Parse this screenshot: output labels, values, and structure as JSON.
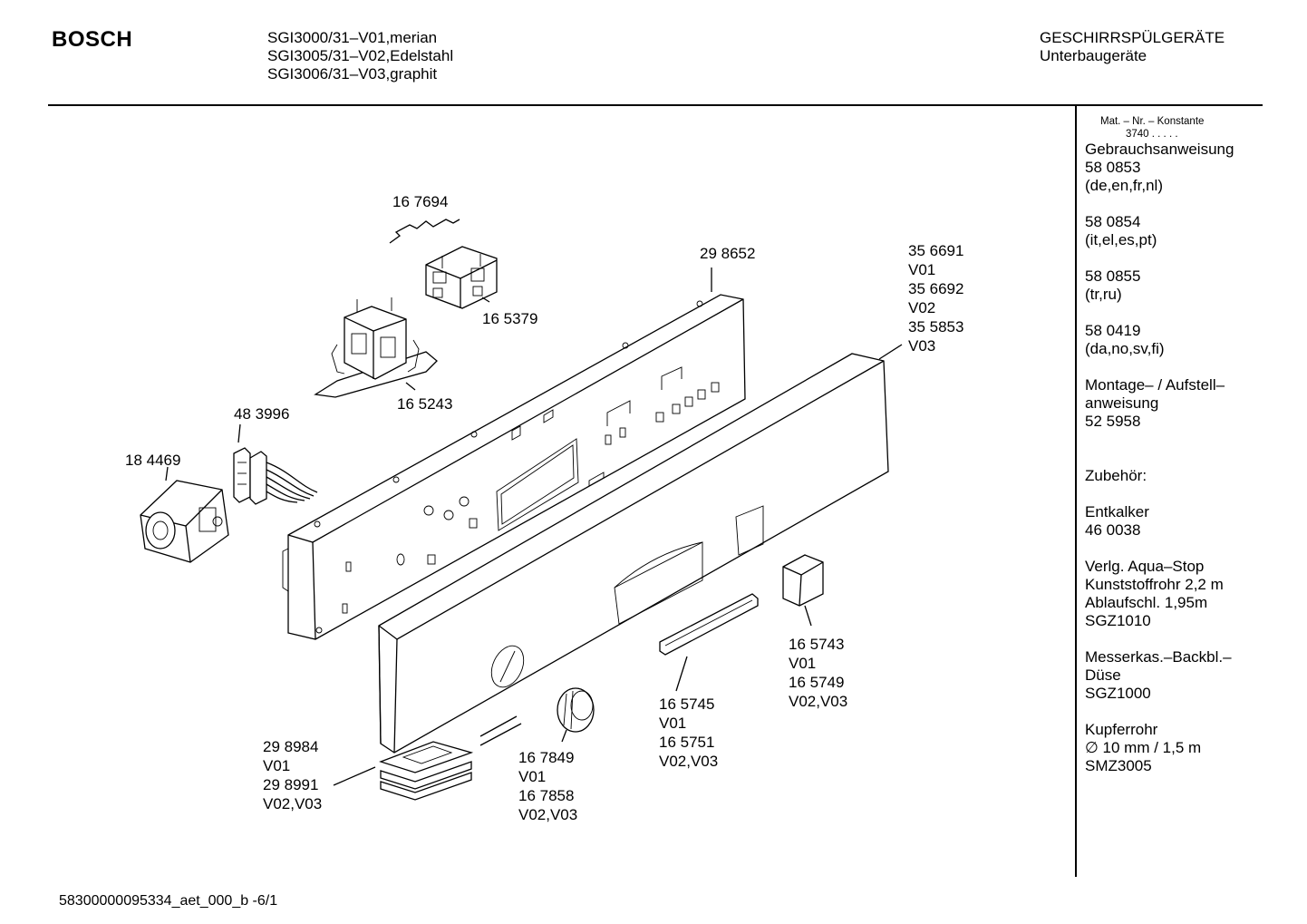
{
  "header": {
    "brand": "BOSCH",
    "models": [
      "SGI3000/31–V01,merian",
      "SGI3005/31–V02,Edelstahl",
      "SGI3006/31–V03,graphit"
    ],
    "category": "GESCHIRRSPÜLGERÄTE",
    "subcategory": "Unterbaugeräte"
  },
  "sidebar": {
    "mat_label": "Mat. – Nr. – Konstante",
    "mat_value": "3740  .  .  .  .  .",
    "blocks": [
      [
        "Gebrauchsanweisung",
        "58 0853",
        "(de,en,fr,nl)"
      ],
      [
        "58 0854",
        "(it,el,es,pt)"
      ],
      [
        "58 0855",
        "(tr,ru)"
      ],
      [
        "58 0419",
        "(da,no,sv,fi)"
      ],
      [
        "Montage– / Aufstell–",
        "anweisung",
        "52 5958"
      ],
      [
        "Zubehör:"
      ],
      [
        "Entkalker",
        "46 0038"
      ],
      [
        "Verlg. Aqua–Stop",
        "Kunststoffrohr 2,2 m",
        "Ablaufschl. 1,95m",
        "SGZ1010"
      ],
      [
        "Messerkas.–Backbl.–",
        "Düse",
        "SGZ1000"
      ],
      [
        "Kupferrohr",
        "∅ 10 mm / 1,5 m",
        "SMZ3005"
      ]
    ]
  },
  "parts": [
    {
      "id": "p167694",
      "lines": [
        "16 7694"
      ]
    },
    {
      "id": "p298652",
      "lines": [
        "29 8652"
      ]
    },
    {
      "id": "p356691",
      "lines": [
        "35 6691",
        "V01",
        "35 6692",
        "V02",
        "35 5853",
        "V03"
      ]
    },
    {
      "id": "p165379",
      "lines": [
        "16 5379"
      ]
    },
    {
      "id": "p165243",
      "lines": [
        "16 5243"
      ]
    },
    {
      "id": "p483996",
      "lines": [
        "48 3996"
      ]
    },
    {
      "id": "p184469",
      "lines": [
        "18 4469"
      ]
    },
    {
      "id": "p165743",
      "lines": [
        "16 5743",
        "V01",
        "16 5749",
        "V02,V03"
      ]
    },
    {
      "id": "p165745",
      "lines": [
        "16 5745",
        "V01",
        "16 5751",
        "V02,V03"
      ]
    },
    {
      "id": "p167849",
      "lines": [
        "16 7849",
        "V01",
        "16 7858",
        "V02,V03"
      ]
    },
    {
      "id": "p298984",
      "lines": [
        "29 8984",
        "V01",
        "29 8991",
        "V02,V03"
      ]
    }
  ],
  "footer": "58300000095334_aet_000_b -6/1"
}
